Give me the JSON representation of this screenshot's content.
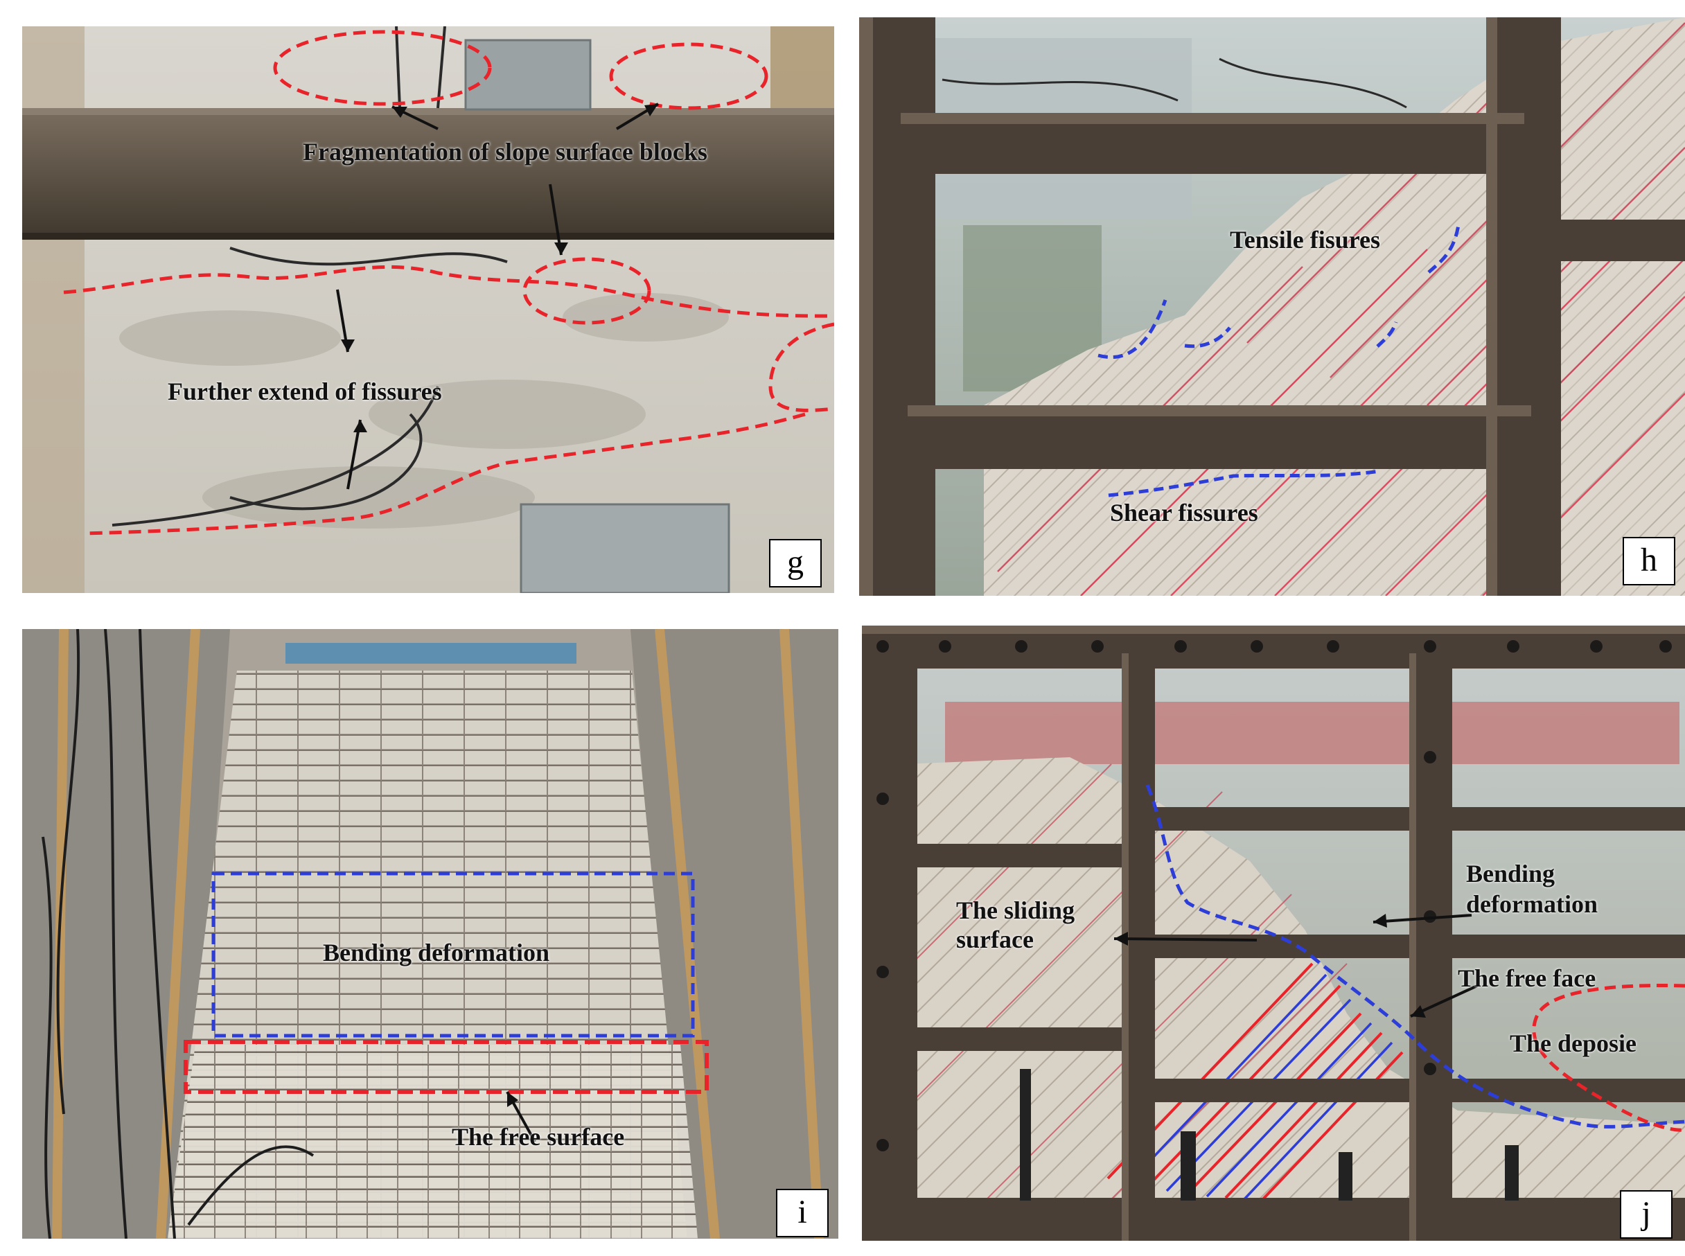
{
  "panels": {
    "g": {
      "tag": "g",
      "labels": {
        "fragmentation": "Fragmentation of slope surface blocks",
        "fissures": "Further extend of fissures"
      }
    },
    "h": {
      "tag": "h",
      "labels": {
        "tensile": "Tensile fisures",
        "shear": "Shear fissures"
      }
    },
    "i": {
      "tag": "i",
      "labels": {
        "bending": "Bending deformation",
        "free_surface": "The free surface"
      }
    },
    "j": {
      "tag": "j",
      "labels": {
        "sliding_1": "The sliding",
        "sliding_2": "surface",
        "bending_1": "Bending",
        "bending_2": "deformation",
        "free_face": "The free face",
        "deposit": "The deposie"
      }
    }
  },
  "colors": {
    "annotation_red": "#e8232a",
    "annotation_blue": "#2d3ed8",
    "steel_frame": "#4a3f36",
    "plaster": "#d8d5cc"
  }
}
